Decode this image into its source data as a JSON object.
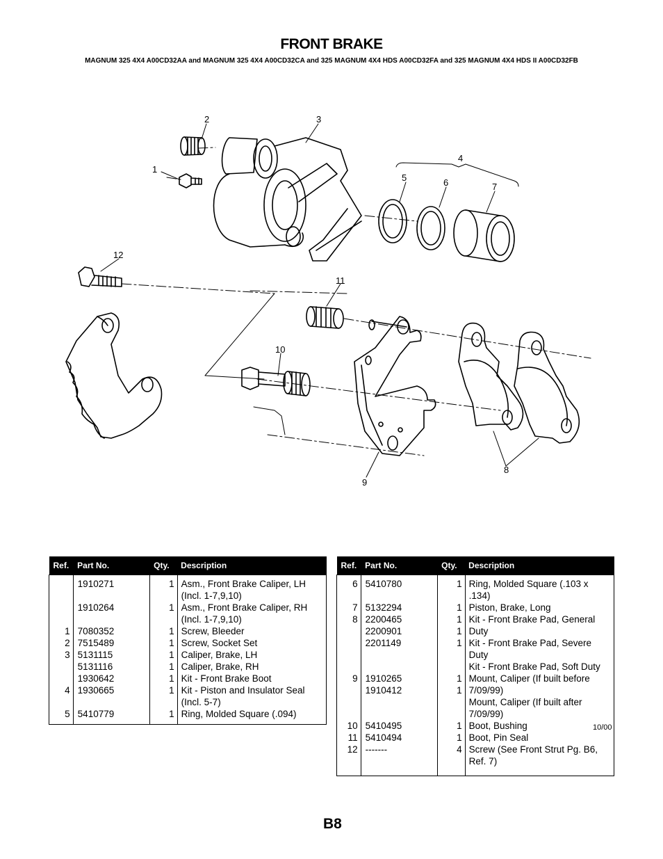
{
  "page": {
    "title": "FRONT BRAKE",
    "subtitle": "MAGNUM 325 4X4 A00CD32AA and MAGNUM 325 4X4 A00CD32CA and 325 MAGNUM 4X4 HDS A00CD32FA and 325 MAGNUM 4X4 HDS II A00CD32FB",
    "date": "10/00",
    "page_number": "B8"
  },
  "diagram": {
    "callouts": [
      "1",
      "2",
      "3",
      "4",
      "5",
      "6",
      "7",
      "8",
      "9",
      "10",
      "11",
      "12"
    ]
  },
  "table_headers": {
    "ref": "Ref.",
    "part": "Part No.",
    "qty": "Qty.",
    "desc": "Description"
  },
  "left_table": [
    {
      "ref": "",
      "parts": [
        "1910271"
      ],
      "qtys": [
        "1"
      ],
      "descs": [
        "Asm., Front Brake Caliper, LH",
        "(Incl. 1-7,9,10)"
      ]
    },
    {
      "ref": "",
      "parts": [
        "1910264"
      ],
      "qtys": [
        "1"
      ],
      "descs": [
        "Asm., Front Brake Caliper, RH",
        "(Incl. 1-7,9,10)"
      ]
    },
    {
      "ref": "1",
      "parts": [
        "7080352"
      ],
      "qtys": [
        "1"
      ],
      "descs": [
        "Screw, Bleeder"
      ]
    },
    {
      "ref": "2",
      "parts": [
        "7515489"
      ],
      "qtys": [
        "1"
      ],
      "descs": [
        "Screw, Socket Set"
      ]
    },
    {
      "ref": "3",
      "parts": [
        "5131115",
        "5131116",
        "1930642"
      ],
      "qtys": [
        "1",
        "1",
        "1"
      ],
      "descs": [
        "Caliper, Brake, LH",
        "Caliper, Brake, RH",
        "Kit - Front Brake Boot"
      ]
    },
    {
      "ref": "4",
      "parts": [
        "1930665"
      ],
      "qtys": [
        "1"
      ],
      "descs": [
        "Kit - Piston and Insulator Seal (Incl. 5-7)"
      ]
    },
    {
      "ref": "5",
      "parts": [
        "5410779"
      ],
      "qtys": [
        "1"
      ],
      "descs": [
        "Ring, Molded Square (.094)"
      ]
    }
  ],
  "right_table": [
    {
      "ref": "6",
      "parts": [
        "5410780"
      ],
      "qtys": [
        "1"
      ],
      "descs": [
        "Ring, Molded Square (.103 x .134)"
      ]
    },
    {
      "ref": "7",
      "parts": [
        "5132294"
      ],
      "qtys": [
        "1"
      ],
      "descs": [
        "Piston, Brake, Long"
      ]
    },
    {
      "ref": "8",
      "parts": [
        "2200465",
        "2200901",
        "2201149"
      ],
      "qtys": [
        "1",
        "1",
        "1"
      ],
      "descs": [
        "Kit - Front Brake Pad, General Duty",
        "Kit - Front Brake Pad, Severe Duty",
        "Kit - Front Brake Pad, Soft Duty"
      ]
    },
    {
      "ref": "9",
      "parts": [
        "1910265",
        "1910412"
      ],
      "qtys": [
        "1",
        "1"
      ],
      "descs": [
        "Mount, Caliper (If built before 7/09/99)",
        "Mount, Caliper (If built after 7/09/99)"
      ]
    },
    {
      "ref": "10",
      "parts": [
        "5410495"
      ],
      "qtys": [
        "1"
      ],
      "descs": [
        "Boot, Bushing"
      ]
    },
    {
      "ref": "11",
      "parts": [
        "5410494"
      ],
      "qtys": [
        "1"
      ],
      "descs": [
        "Boot, Pin Seal"
      ]
    },
    {
      "ref": "12",
      "parts": [
        "-------"
      ],
      "qtys": [
        "4"
      ],
      "descs": [
        "Screw (See Front Strut Pg. B6, Ref. 7)"
      ]
    }
  ]
}
